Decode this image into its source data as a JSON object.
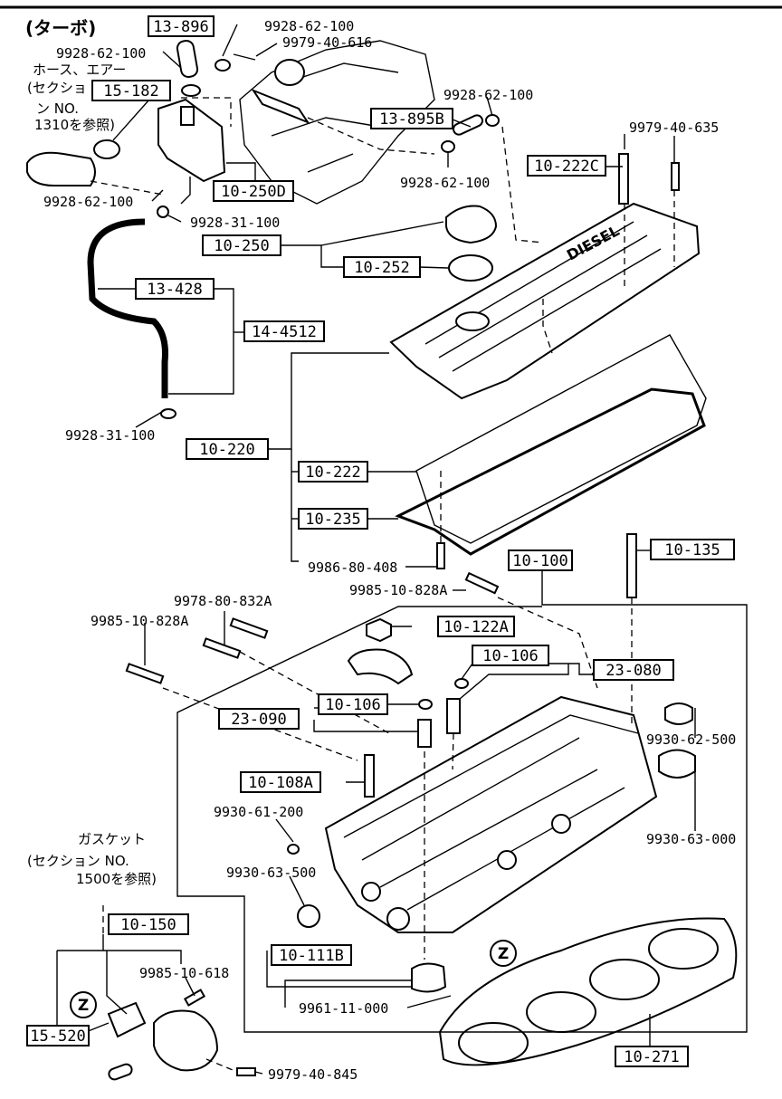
{
  "header": {
    "variant_label": "(ターボ)"
  },
  "notes": {
    "hose_air_note": [
      "ホース、エアー",
      "(セクショ",
      "ン NO.",
      "1310を参照)"
    ],
    "gasket_note": [
      "ガスケット",
      "(セクション NO.",
      "1500を参照)"
    ]
  },
  "boxed_labels": [
    "13-896",
    "15-182",
    "13-895B",
    "10-250D",
    "10-222C",
    "10-250",
    "10-252",
    "13-428",
    "14-4512",
    "10-220",
    "10-222",
    "10-235",
    "10-100",
    "10-135",
    "10-122A",
    "10-106",
    "23-080",
    "10-106",
    "23-090",
    "10-108A",
    "10-150",
    "10-111B",
    "15-520",
    "10-271"
  ],
  "plain_labels": [
    "9928-62-100",
    "9928-62-100",
    "9979-40-616",
    "9928-62-100",
    "9928-62-100",
    "9979-40-635",
    "9928-62-100",
    "9928-31-100",
    "9928-31-100",
    "9986-80-408",
    "9985-10-828A",
    "9978-80-832A",
    "9985-10-828A",
    "9930-62-500",
    "9930-61-200",
    "9930-63-000",
    "9930-63-500",
    "9985-10-618",
    "9961-11-000",
    "9979-40-845"
  ],
  "zone_markers": [
    "Z",
    "Z"
  ],
  "embossed_text": "DIESEL"
}
